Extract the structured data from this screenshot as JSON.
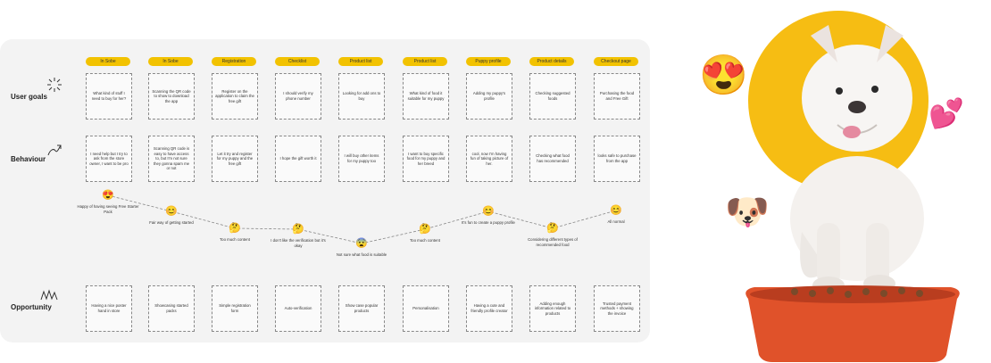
{
  "stages": [
    "In Sobe",
    "In Sobe",
    "Registration",
    "Checklist",
    "Product list",
    "Product list",
    "Puppy profile",
    "Product details",
    "Checkout page"
  ],
  "rows": {
    "user_goals": {
      "label": "User goals",
      "icon": "sparkle-icon",
      "cards": [
        "What kind of stuff I need to buy for her?",
        "Scanning the QR code to show to download the app",
        "Register on the application to claim the free gift",
        "I should verify my phone number",
        "Looking for add ons to buy",
        "What kind of food it suitable for my puppy",
        "Adding my puppy's profile",
        "Checking suggested foods",
        "Purchasing the food and Free Gift"
      ]
    },
    "behaviour": {
      "label": "Behaviour",
      "icon": "scribble-arrow-icon",
      "cards": [
        "I need help but I try to ask from the store owner, I want to be pro",
        "Scanning QR code is easy to have access to, but I'm not sure they gonna spam me or not",
        "Let it try and register for my puppy and the free gift",
        "I hope the gift worth it",
        "I will buy other items for my puppy too",
        "I want to buy specific food for my puppy and her breed",
        "cool, now I'm having fun of taking picture of her.",
        "Checking what food has recommended",
        "looks safe to purchase from the app"
      ]
    },
    "opportunity": {
      "label": "Opportunity",
      "icon": "burst-icon",
      "cards": [
        "Having a nice poster hand in store",
        "Showcasing started packs",
        "Simple registration form",
        "Auto-verification",
        "Show case popular products",
        "Personalisation",
        "Having a cute and friendly profile creator",
        "Adding enough information related to products",
        "Trusted payment methods + showing the invoice"
      ]
    }
  },
  "emotions": [
    {
      "emoji": "😍",
      "label": "Happy of having seeing Free Starter Pack"
    },
    {
      "emoji": "😊",
      "label": "Fair way of getting started"
    },
    {
      "emoji": "🤔",
      "label": "Too much content"
    },
    {
      "emoji": "🤔",
      "label": "I don't like the verification but it's okay"
    },
    {
      "emoji": "😨",
      "label": "Not sure what food is suitable"
    },
    {
      "emoji": "🤔",
      "label": "Too much content"
    },
    {
      "emoji": "😊",
      "label": "It's fun to create a puppy profile"
    },
    {
      "emoji": "🤔",
      "label": "Considering different types of recommended food"
    },
    {
      "emoji": "😊",
      "label": "All normal"
    }
  ],
  "decor": {
    "heart_eyes": "😍",
    "hearts": "💕",
    "dog_face": "🐶",
    "accent_yellow": "#f6bd13",
    "bowl_color": "#e0522a"
  }
}
